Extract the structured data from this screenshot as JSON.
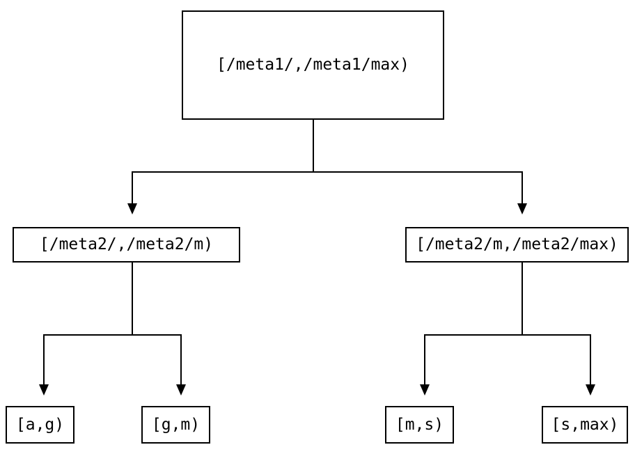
{
  "diagram": {
    "kind": "range-partition-tree",
    "nodes": {
      "root": {
        "id": "root",
        "label": "[/meta1/,/meta1/max)"
      },
      "left": {
        "id": "left",
        "label": "[/meta2/,/meta2/m)"
      },
      "right": {
        "id": "right",
        "label": "[/meta2/m,/meta2/max)"
      },
      "leaf_ag": {
        "id": "leaf_ag",
        "label": "[a,g)"
      },
      "leaf_gm": {
        "id": "leaf_gm",
        "label": "[g,m)"
      },
      "leaf_ms": {
        "id": "leaf_ms",
        "label": "[m,s)"
      },
      "leaf_smax": {
        "id": "leaf_smax",
        "label": "[s,max)"
      }
    },
    "edges": [
      {
        "from": "root",
        "to": "left"
      },
      {
        "from": "root",
        "to": "right"
      },
      {
        "from": "left",
        "to": "leaf_ag"
      },
      {
        "from": "left",
        "to": "leaf_gm"
      },
      {
        "from": "right",
        "to": "leaf_ms"
      },
      {
        "from": "right",
        "to": "leaf_smax"
      }
    ],
    "colors": {
      "background": "#ffffff",
      "box_border": "#000000",
      "line": "#000000",
      "text": "#000000"
    }
  }
}
